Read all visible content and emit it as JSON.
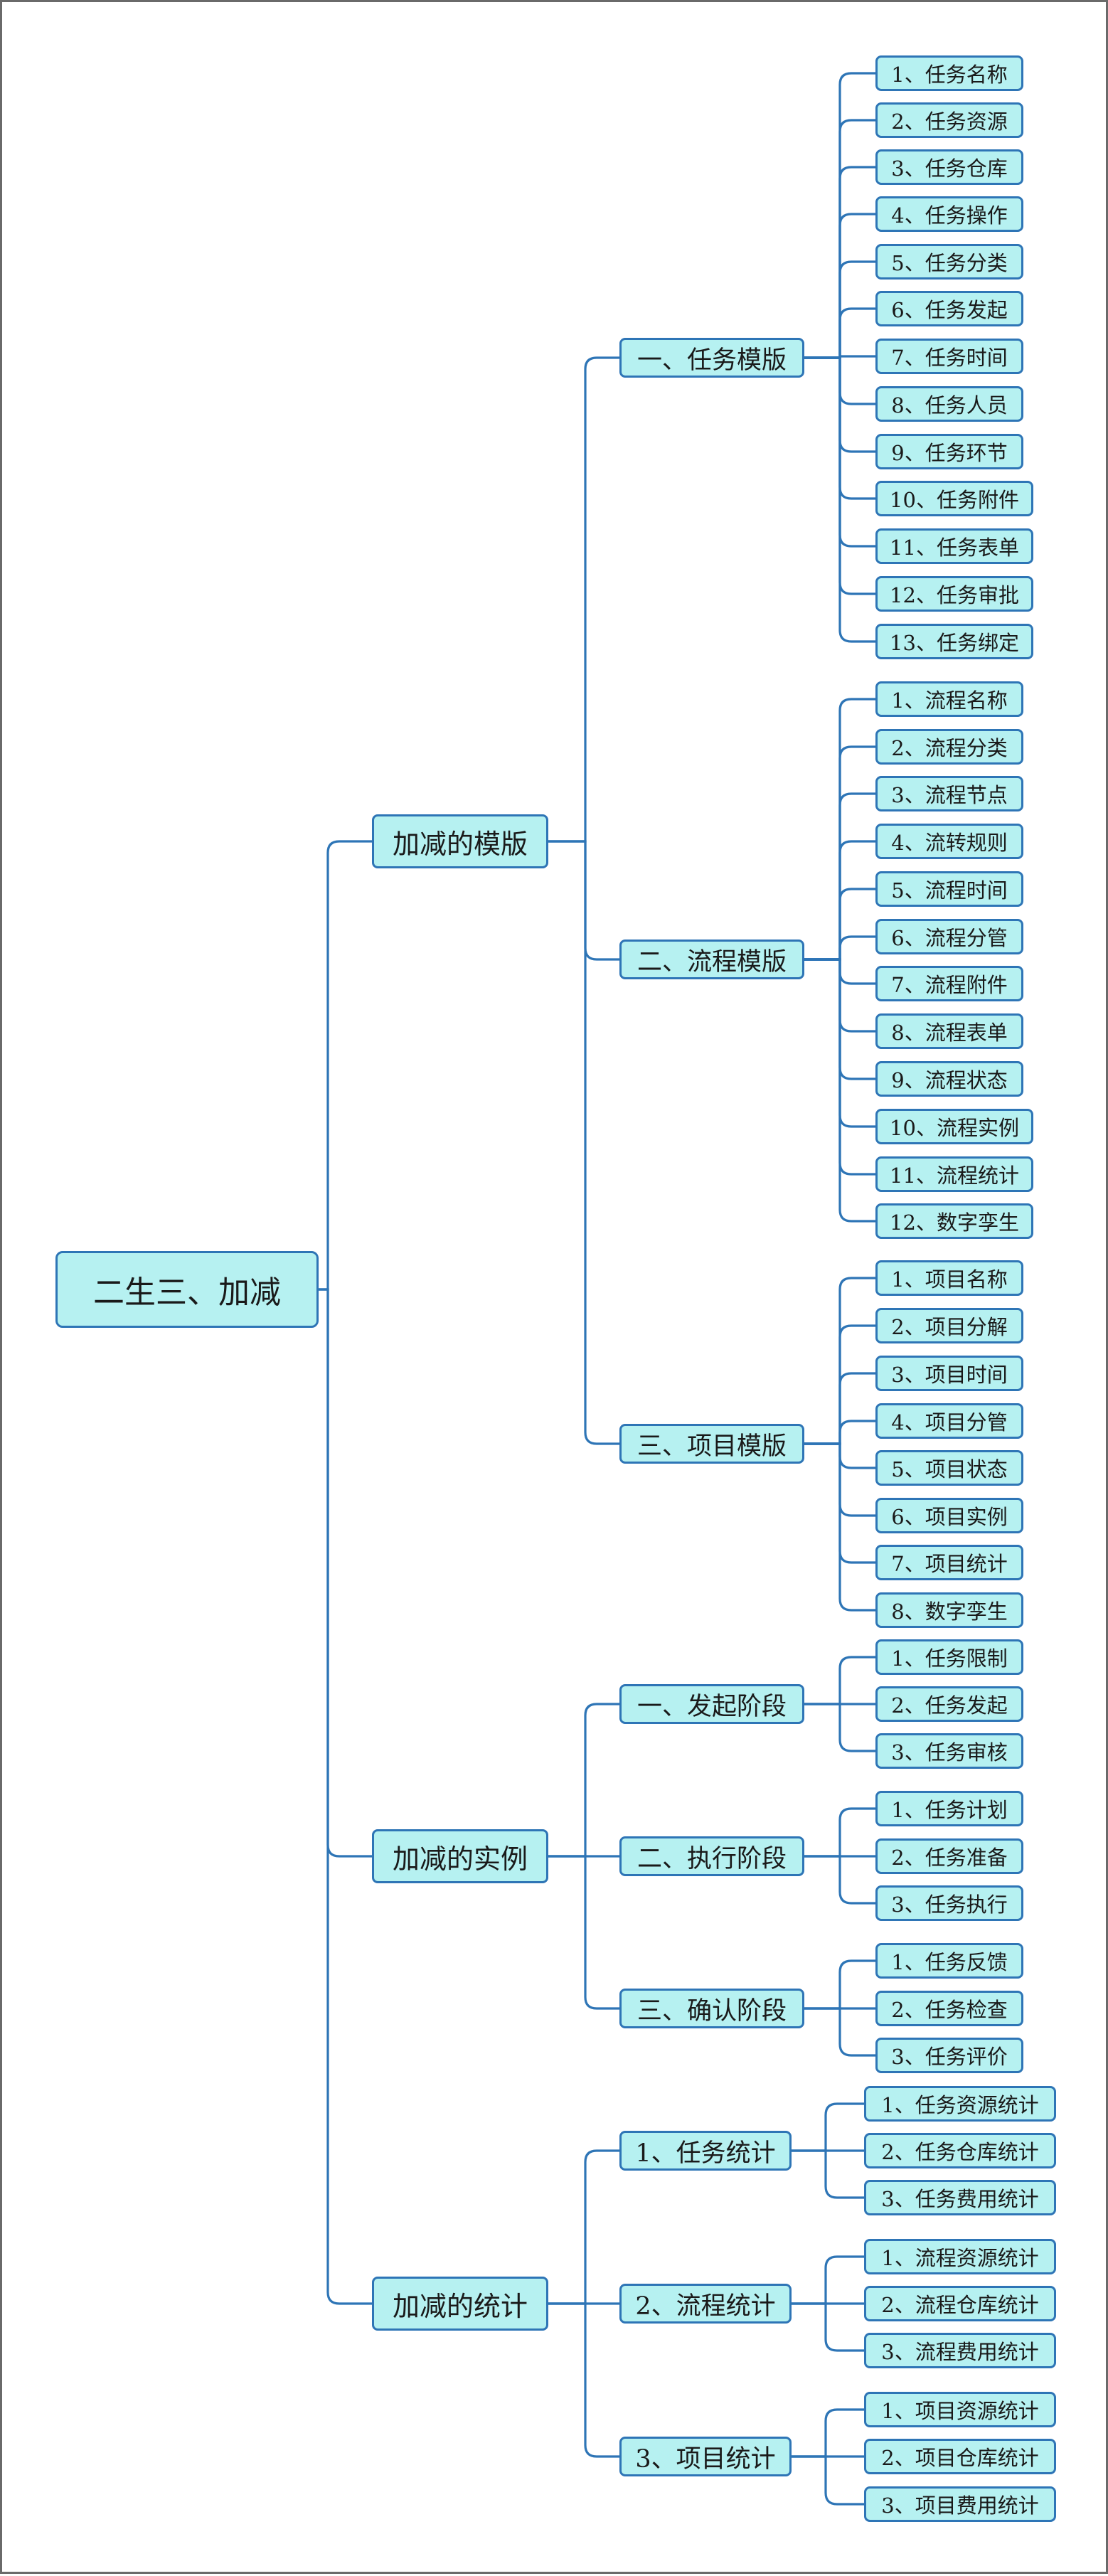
{
  "root": {
    "label": "二生三、加减",
    "children": [
      {
        "label": "加减的模版",
        "children": [
          {
            "label": "一、任务模版",
            "children": [
              "1、任务名称",
              "2、任务资源",
              "3、任务仓库",
              "4、任务操作",
              "5、任务分类",
              "6、任务发起",
              "7、任务时间",
              "8、任务人员",
              "9、任务环节",
              "10、任务附件",
              "11、任务表单",
              "12、任务审批",
              "13、任务绑定"
            ]
          },
          {
            "label": "二、流程模版",
            "children": [
              "1、流程名称",
              "2、流程分类",
              "3、流程节点",
              "4、流转规则",
              "5、流程时间",
              "6、流程分管",
              "7、流程附件",
              "8、流程表单",
              "9、流程状态",
              "10、流程实例",
              "11、流程统计",
              "12、数字孪生"
            ]
          },
          {
            "label": "三、项目模版",
            "children": [
              "1、项目名称",
              "2、项目分解",
              "3、项目时间",
              "4、项目分管",
              "5、项目状态",
              "6、项目实例",
              "7、项目统计",
              "8、数字孪生"
            ]
          }
        ]
      },
      {
        "label": "加减的实例",
        "children": [
          {
            "label": "一、发起阶段",
            "children": [
              "1、任务限制",
              "2、任务发起",
              "3、任务审核"
            ]
          },
          {
            "label": "二、执行阶段",
            "children": [
              "1、任务计划",
              "2、任务准备",
              "3、任务执行"
            ]
          },
          {
            "label": "三、确认阶段",
            "children": [
              "1、任务反馈",
              "2、任务检查",
              "3、任务评价"
            ]
          }
        ]
      },
      {
        "label": "加减的统计",
        "children": [
          {
            "label": "1、任务统计",
            "children": [
              "1、任务资源统计",
              "2、任务仓库统计",
              "3、任务费用统计"
            ]
          },
          {
            "label": "2、流程统计",
            "children": [
              "1、流程资源统计",
              "2、流程仓库统计",
              "3、流程费用统计"
            ]
          },
          {
            "label": "3、项目统计",
            "children": [
              "1、项目资源统计",
              "2、项目仓库统计",
              "3、项目费用统计"
            ]
          }
        ]
      }
    ]
  },
  "colors": {
    "node_fill": "#b6f1f1",
    "node_border": "#2e75b6",
    "connector": "#2e75b6",
    "frame": "#6a6a6a"
  }
}
